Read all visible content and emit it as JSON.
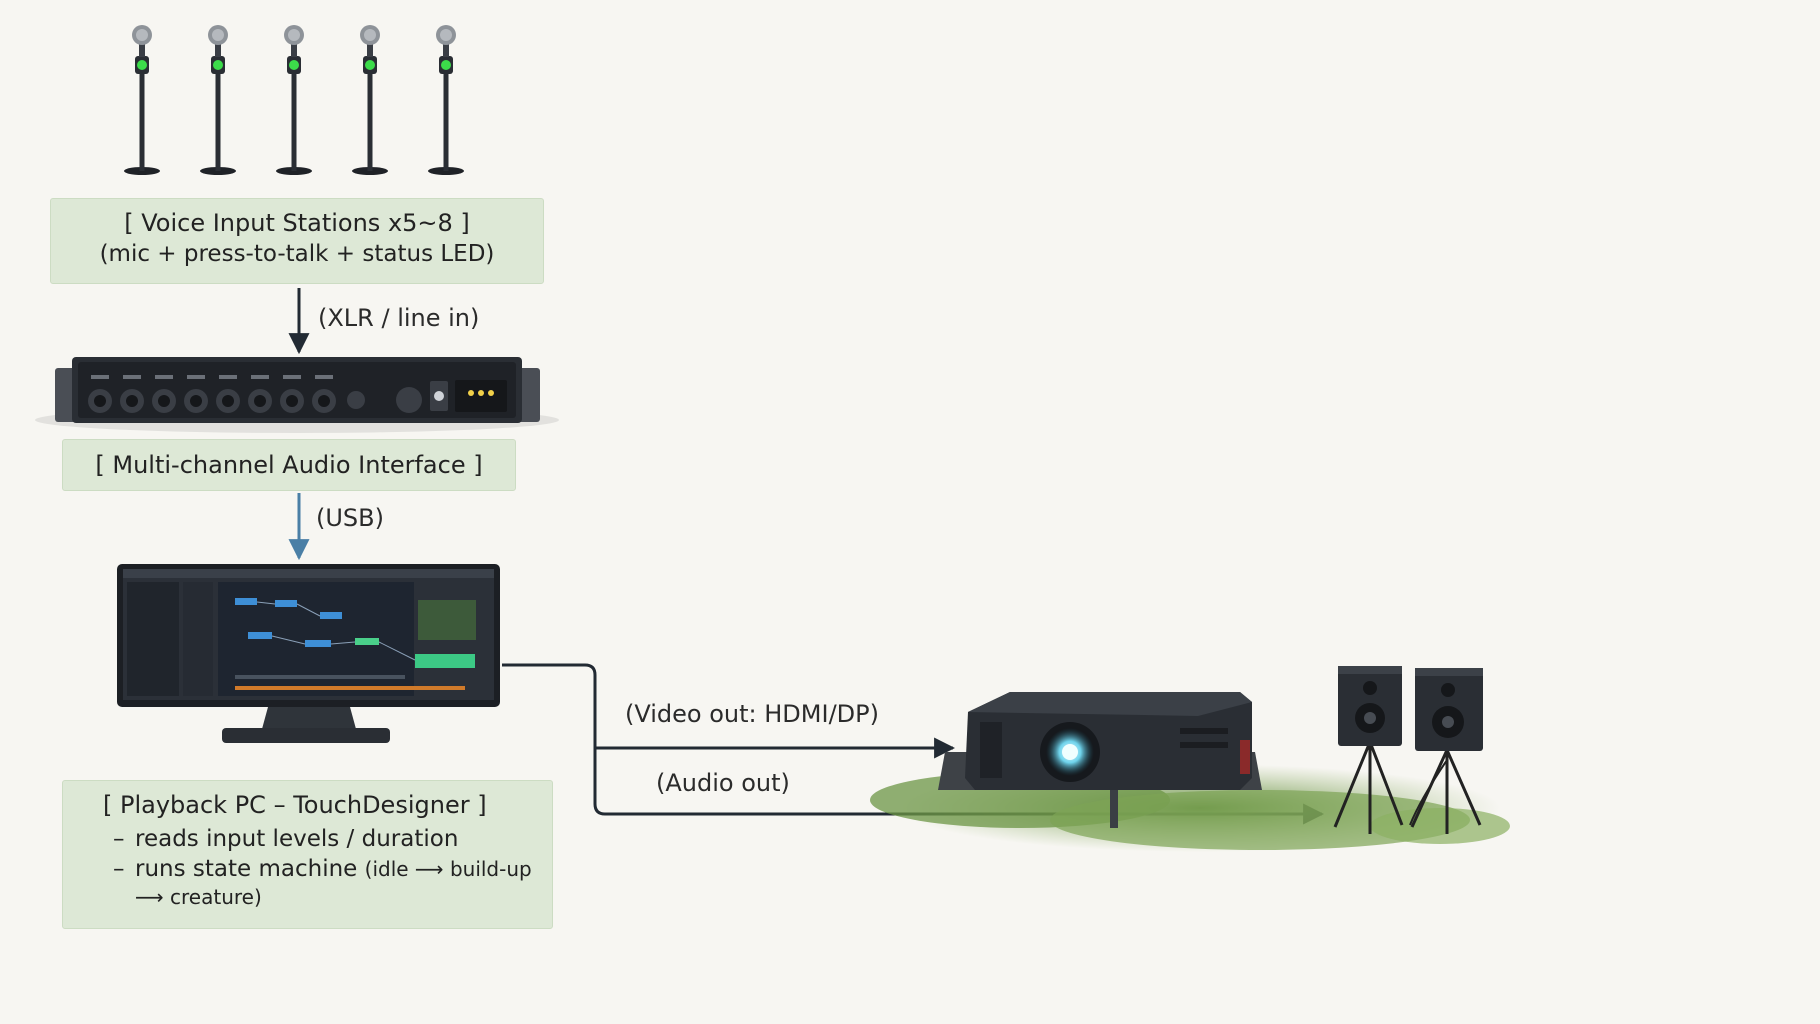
{
  "nodes": {
    "voice_stations": {
      "title": "[ Voice Input Stations x5~8 ]",
      "subtitle": "(mic + press-to-talk + status LED)"
    },
    "audio_interface": {
      "title": "[ Multi-channel Audio Interface ]"
    },
    "playback_pc": {
      "title": "[ Playback PC – TouchDesigner ]",
      "bullet_1": "reads input levels / duration",
      "bullet_2_main": "runs state machine",
      "bullet_2_detail": "(idle ⟶ build-up",
      "bullet_2_cont": "⟶ creature)"
    }
  },
  "edges": {
    "xlr": "(XLR / line in)",
    "usb": "(USB)",
    "video": "(Video out: HDMI/DP)",
    "audio": "(Audio out)"
  },
  "colors": {
    "box_fill": "#dde8d6",
    "led_green": "#3cdc4a",
    "usb_arrow": "#4a7fa6",
    "dark_arrow": "#222a33",
    "device_dark": "#2a2e34"
  },
  "microphone_count": 5
}
